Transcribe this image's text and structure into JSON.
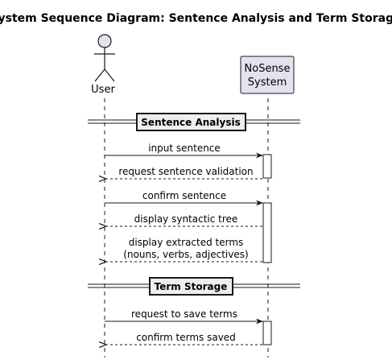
{
  "diagram": {
    "title": "System Sequence Diagram: Sentence Analysis and Term Storage",
    "participants": {
      "user": "User",
      "system_line1": "NoSense",
      "system_line2": "System"
    },
    "sections": {
      "analysis": "Sentence Analysis",
      "storage": "Term Storage"
    },
    "messages": {
      "m1": "input sentence",
      "m2": "request sentence validation",
      "m3": "confirm sentence",
      "m4": "display syntactic tree",
      "m5_line1": "display extracted terms",
      "m5_line2": "(nouns, verbs, adjectives)",
      "m6": "request to save terms",
      "m7": "confirm terms saved"
    },
    "colors": {
      "participant_fill": "#E2E2F0",
      "participant_border": "#181818",
      "lifeline": "#181818",
      "section_fill": "#EEEEEE",
      "activation_fill": "#FFFFFF"
    }
  }
}
